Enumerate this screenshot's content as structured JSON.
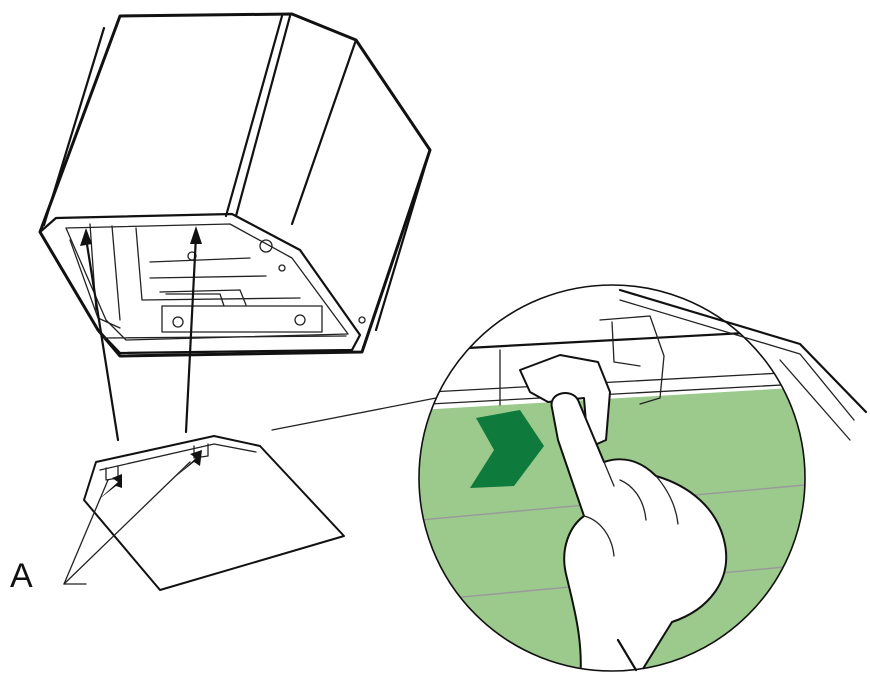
{
  "callout": {
    "label": "A"
  },
  "colors": {
    "zoom_background": "#9cc98c",
    "arrow": "#0e7a3c",
    "line": "#111111"
  },
  "icons": {
    "direction_arrow": "chevron-right-arrow",
    "hand": "pointing-hand"
  }
}
